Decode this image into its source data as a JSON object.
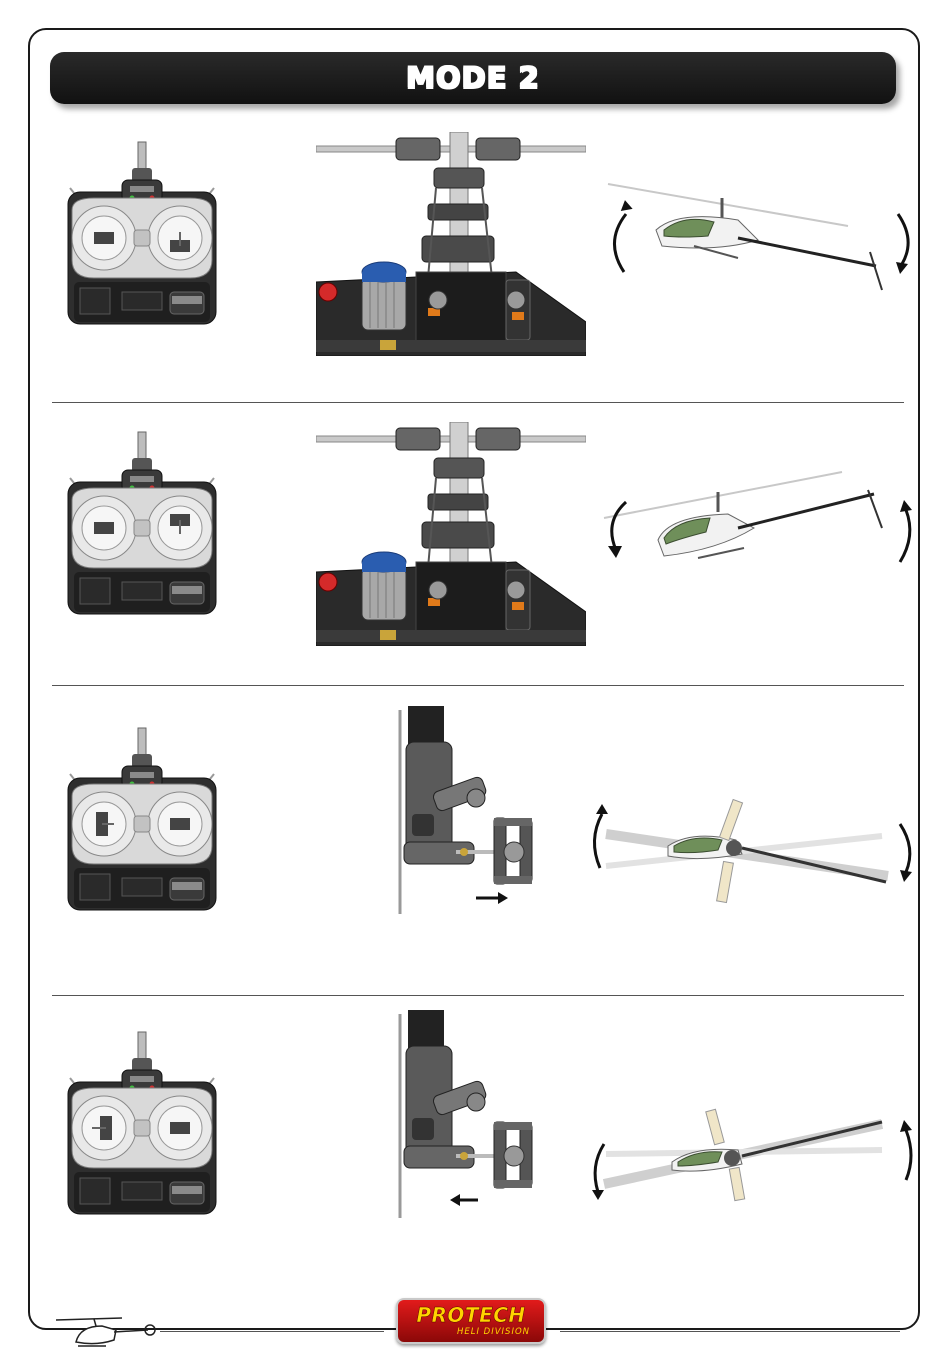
{
  "header": {
    "title": "MODE 2"
  },
  "logo": {
    "main": "PROTECH",
    "sub": "HELI DIVISION"
  },
  "rows": [
    {
      "id": "row-1",
      "stick": "right-down",
      "mechanism": "head-rear-up",
      "motion": "nose-down"
    },
    {
      "id": "row-2",
      "stick": "right-up",
      "mechanism": "head-rear-down",
      "motion": "nose-up"
    },
    {
      "id": "row-3",
      "stick": "left-right",
      "mechanism": "tail-pushrod-right",
      "motion": "yaw-clockwise"
    },
    {
      "id": "row-4",
      "stick": "left-left",
      "mechanism": "tail-pushrod-left",
      "motion": "yaw-counterclockwise"
    }
  ],
  "colors": {
    "banner": "#1a1a1a",
    "motor": "#2a5db0",
    "canopy": "#6f8f5a",
    "logo_red": "#d41414",
    "logo_yellow": "#ffd400"
  }
}
